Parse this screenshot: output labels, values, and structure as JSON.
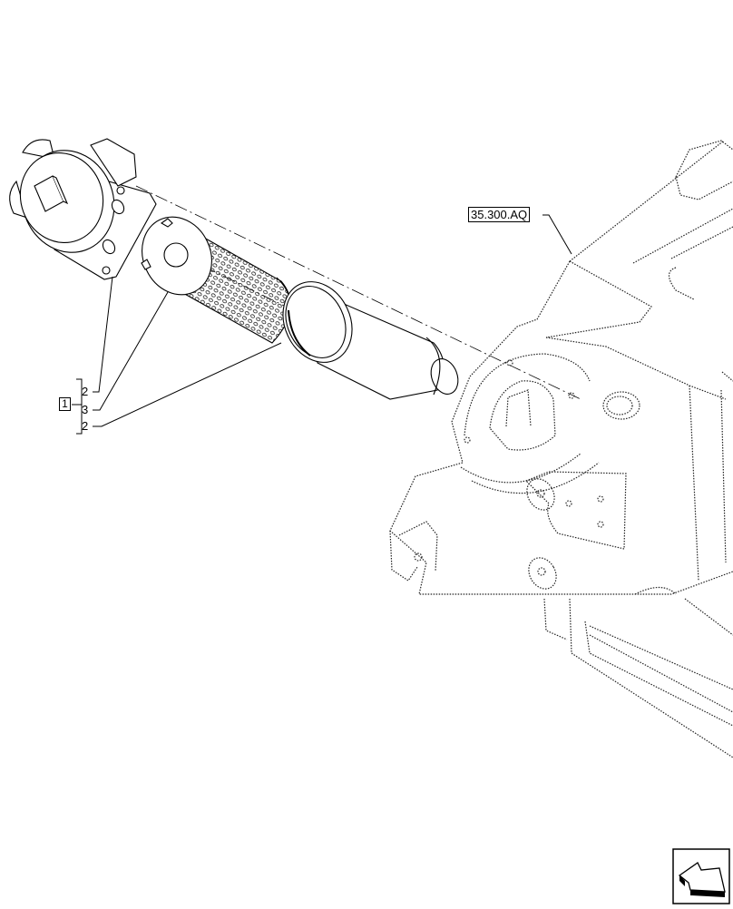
{
  "diagram": {
    "type": "exploded-parts-illustration",
    "reference_label": "35.300.AQ",
    "group": {
      "number": "1",
      "callouts": [
        {
          "number": "2",
          "target": "filter-head"
        },
        {
          "number": "3",
          "target": "filter-element"
        },
        {
          "number": "2",
          "target": "filter-bowl"
        }
      ]
    },
    "navigation": {
      "icon": "previous-page-arrow-icon"
    },
    "colors": {
      "line": "#000000",
      "background": "#ffffff",
      "phantom": "#333333"
    }
  }
}
